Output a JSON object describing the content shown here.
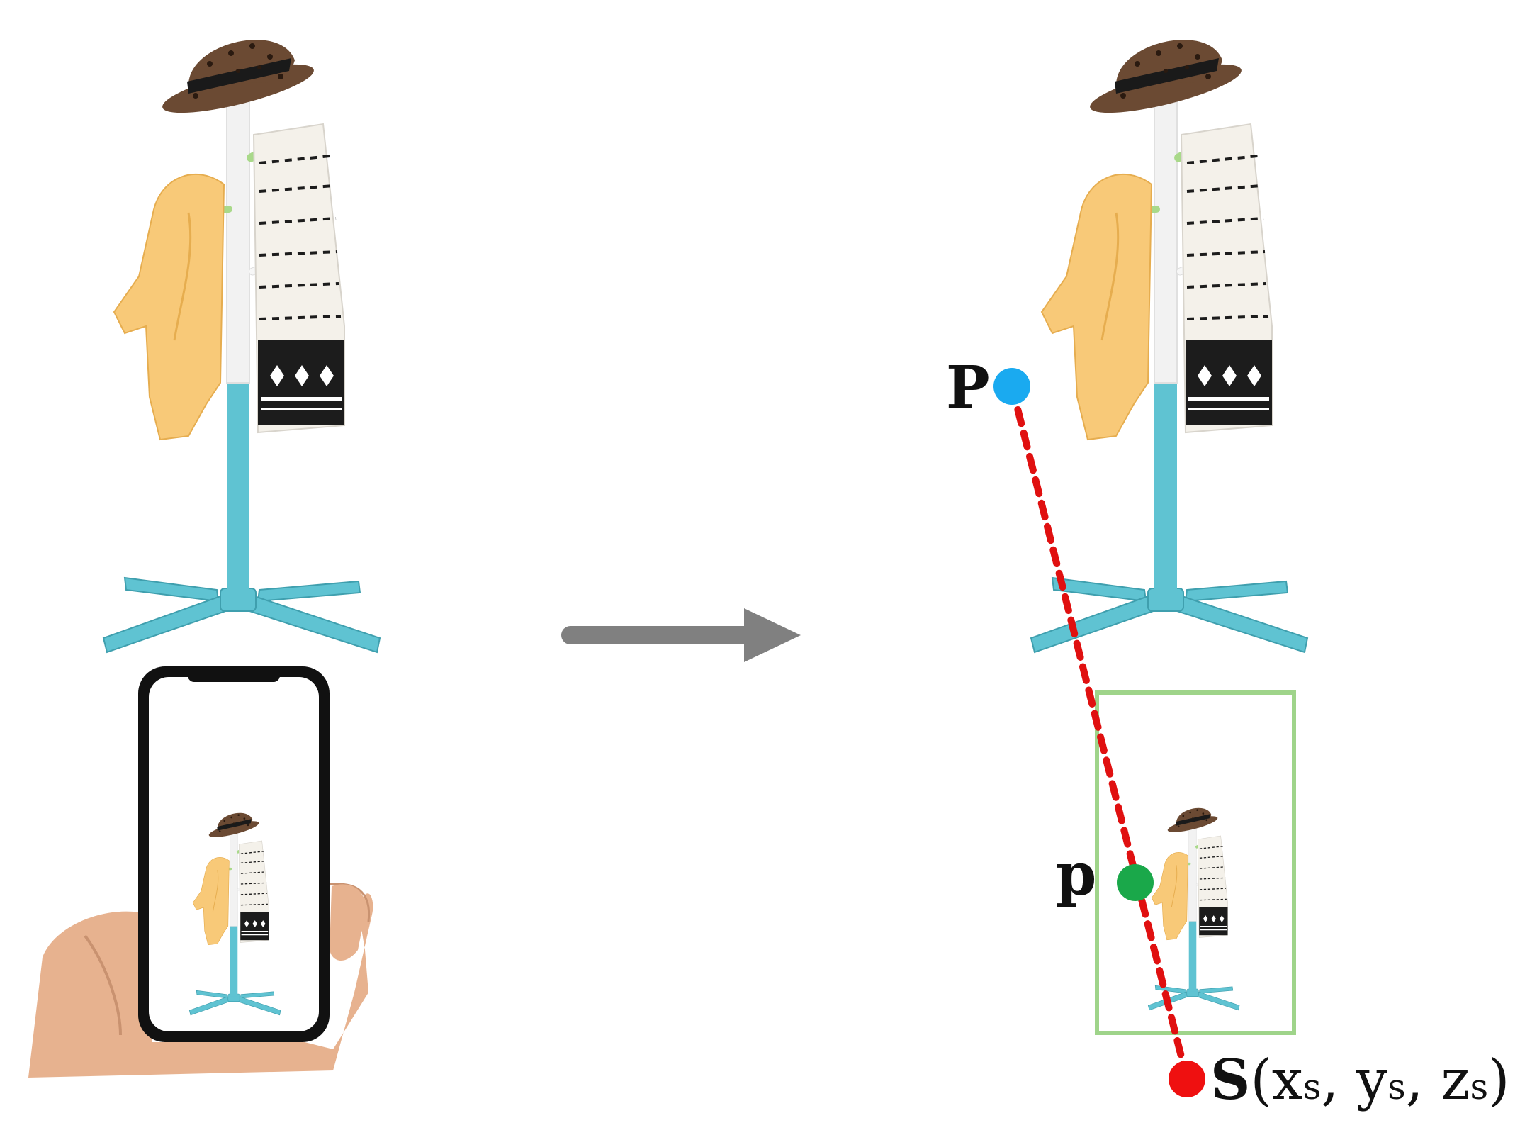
{
  "labels": {
    "point_world": "P",
    "point_image": "p",
    "sensor": "S",
    "coord_open": "(",
    "x": "x",
    "x_sub": "s",
    "sep1": ", ",
    "y": "y",
    "y_sub": "s",
    "sep2": ", ",
    "z": "z",
    "z_sub": "s",
    "coord_close": ")"
  },
  "colors": {
    "pole_white": "#f2f2f2",
    "pole_teal": "#5fc3d2",
    "hat": "#6b4a33",
    "hat_band": "#1a1a1a",
    "hoodie": "#f8c978",
    "scarf": "#f4f1ea",
    "scarf_pattern": "#1c1c1c",
    "hook_green": "#a9d98a",
    "arrow": "#808080",
    "ray": "#e01010",
    "point_world": "#1aaaf0",
    "point_image": "#1aa84a",
    "sensor": "#ef1010",
    "frame": "#9fd48a",
    "phone_body": "#111111",
    "hand": "#e7b28f"
  },
  "icons": [
    "coat-rack-icon",
    "phone-icon",
    "hand-icon",
    "arrow-right-icon"
  ]
}
